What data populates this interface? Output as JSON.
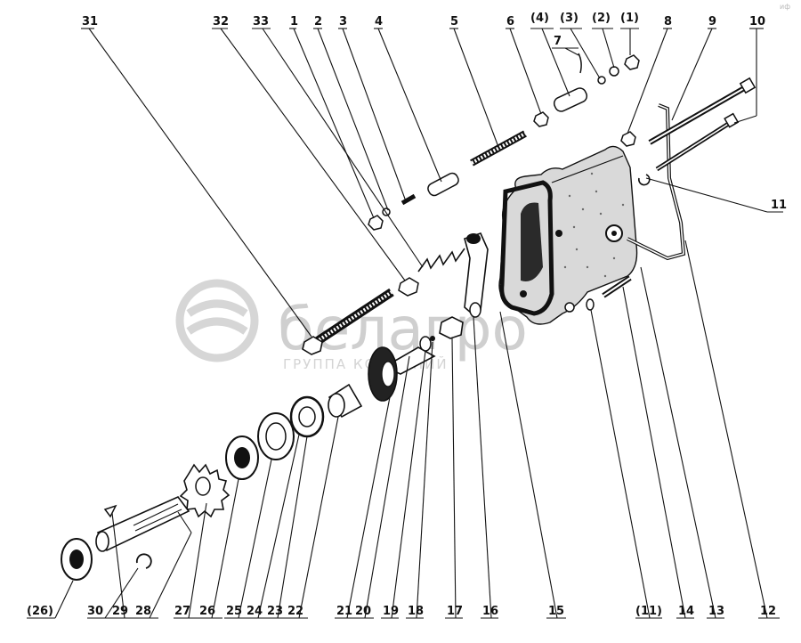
{
  "watermark": {
    "brand": "белагро",
    "subtitle": "ГРУППА КОМПАНИЙ"
  },
  "corner_mark": "иф",
  "callouts": {
    "c31": "31",
    "c32": "32",
    "c33": "33",
    "c1": "1",
    "c2": "2",
    "c3": "3",
    "c4": "4",
    "c5": "5",
    "c6": "6",
    "c4p": "(4)",
    "c3p": "(3)",
    "c2p": "(2)",
    "c1p": "(1)",
    "c7": "7",
    "c8": "8",
    "c9": "9",
    "c10": "10",
    "c11": "11",
    "c26p": "(26)",
    "c30": "30",
    "c29": "29",
    "c28": "28",
    "c27": "27",
    "c26": "26",
    "c25": "25",
    "c24": "24",
    "c23": "23",
    "c22": "22",
    "c21": "21",
    "c20": "20",
    "c19": "19",
    "c18": "18",
    "c17": "17",
    "c16": "16",
    "c15": "15",
    "c11p": "(11)",
    "c14": "14",
    "c13": "13",
    "c12": "12"
  },
  "colors": {
    "ink": "#111111",
    "watermark": "#cfcfcf",
    "paper": "#ffffff"
  }
}
